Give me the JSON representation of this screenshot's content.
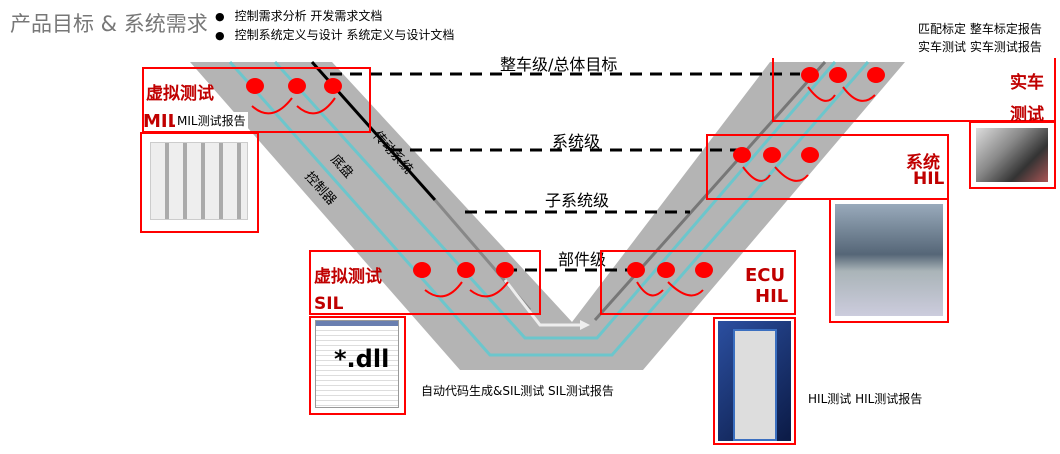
{
  "title": "产品目标 & 系统需求",
  "bullets": [
    "控制需求分析 开发需求文档",
    "控制系统定义与设计 系统定义与设计文档"
  ],
  "levels": {
    "vehicle": "整车级/总体目标",
    "system": "系统级",
    "subsystem": "子系统级",
    "component": "部件级"
  },
  "track_labels": {
    "transmission": "传动系统",
    "chassis": "底盘",
    "controller": "控制器"
  },
  "mil": {
    "title": "虚拟测试",
    "tag": "MIL",
    "report": "MIL测试报告"
  },
  "sil": {
    "title": "虚拟测试",
    "tag": "SIL",
    "dll": "*.dll",
    "caption": "自动代码生成&SIL测试  SIL测试报告"
  },
  "ecu_hil": {
    "title": "ECU",
    "tag": "HIL",
    "caption": "HIL测试 HIL测试报告"
  },
  "sys_hil": {
    "title": "系统",
    "tag": "HIL"
  },
  "vehicle": {
    "title": "实车",
    "tag": "测试",
    "line1": "匹配标定 整车标定报告",
    "line2": "实车测试 实车测试报告"
  },
  "colors": {
    "red": "#ff0000",
    "dark_red": "#c00000",
    "band": "#b4b4b4",
    "cyan": "#6cc6cc"
  }
}
